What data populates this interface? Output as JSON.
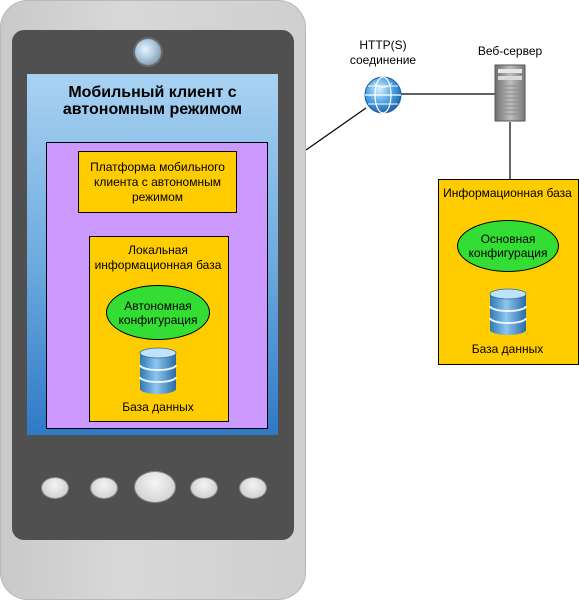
{
  "phone": {
    "title": "Мобильный клиент с автономным режимом",
    "platform_label": "Платформа мобильного клиента с автономным режимом",
    "local_db_label": "Локальная информационная база",
    "offline_config_label": "Автономная конфигурация",
    "database_label": "База данных"
  },
  "connection": {
    "label": "HTTP(S) соединение"
  },
  "web_server": {
    "label": "Веб-сервер"
  },
  "infobase": {
    "label": "Информационная база",
    "main_config_label": "Основная конфигурация",
    "database_label": "База данных"
  },
  "colors": {
    "purple": "#cc99ff",
    "yellow": "#ffcc00",
    "green": "#33dd33",
    "screen_blue": "#6aa8dd"
  },
  "icons": [
    "globe-icon",
    "server-icon",
    "database-icon"
  ]
}
